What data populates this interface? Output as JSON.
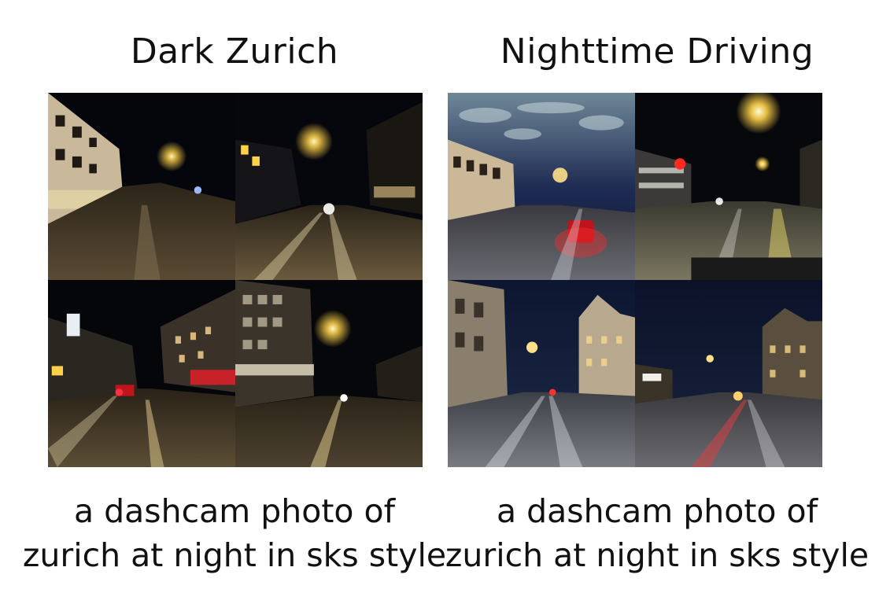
{
  "panels": [
    {
      "title": "Dark Zurich",
      "caption_line1": "a dashcam photo of",
      "caption_line2": "zurich at night in sks style",
      "tiles": [
        "night-street-tile",
        "night-street-tile",
        "night-street-tile",
        "night-street-tile"
      ]
    },
    {
      "title": "Nighttime Driving",
      "caption_line1": "a dashcam photo of",
      "caption_line2": "zurich at night in sks style",
      "tiles": [
        "night-street-tile",
        "night-street-tile",
        "night-street-tile",
        "night-street-tile"
      ]
    }
  ],
  "colors": {
    "street_light": "#ffd24a",
    "tail_light": "#e01a22",
    "road": "#3a3226",
    "sky": "#05060c"
  }
}
